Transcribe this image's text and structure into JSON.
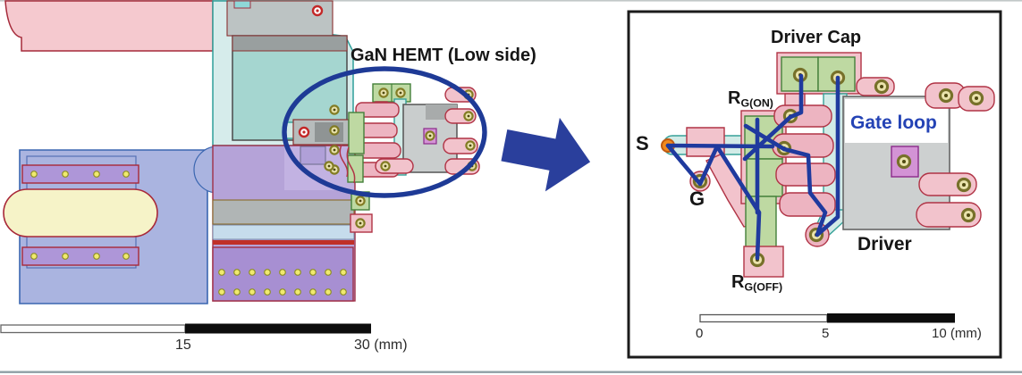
{
  "figure": {
    "left_panel": {
      "annotation": "GaN HEMT (Low side)",
      "scale_bar": {
        "mid_label": "15",
        "end_label": "30 (mm)"
      }
    },
    "right_panel": {
      "labels": {
        "driver_cap": "Driver Cap",
        "rg_on": {
          "base": "R",
          "sub": "G(ON)"
        },
        "rg_off": {
          "base": "R",
          "sub": "G(OFF)"
        },
        "source": "S",
        "gate": "G",
        "gate_loop": "Gate loop",
        "driver": "Driver"
      },
      "scale_bar": {
        "start_label": "0",
        "mid_label": "5",
        "end_label": "10 (mm)"
      }
    },
    "colors": {
      "annotation_navy": "#1f3a9e",
      "gate_loop_text_blue": "#2443b5",
      "copper_pink": "#f2c3cc",
      "copper_teal": "#d2ebe7",
      "copper_periwinkle": "#aab4e0",
      "copper_purple": "#b5a3d8",
      "component_green": "#bed9a2",
      "via_yellow": "#e9e2ab",
      "board_yellow": "#f6f3c8"
    }
  }
}
